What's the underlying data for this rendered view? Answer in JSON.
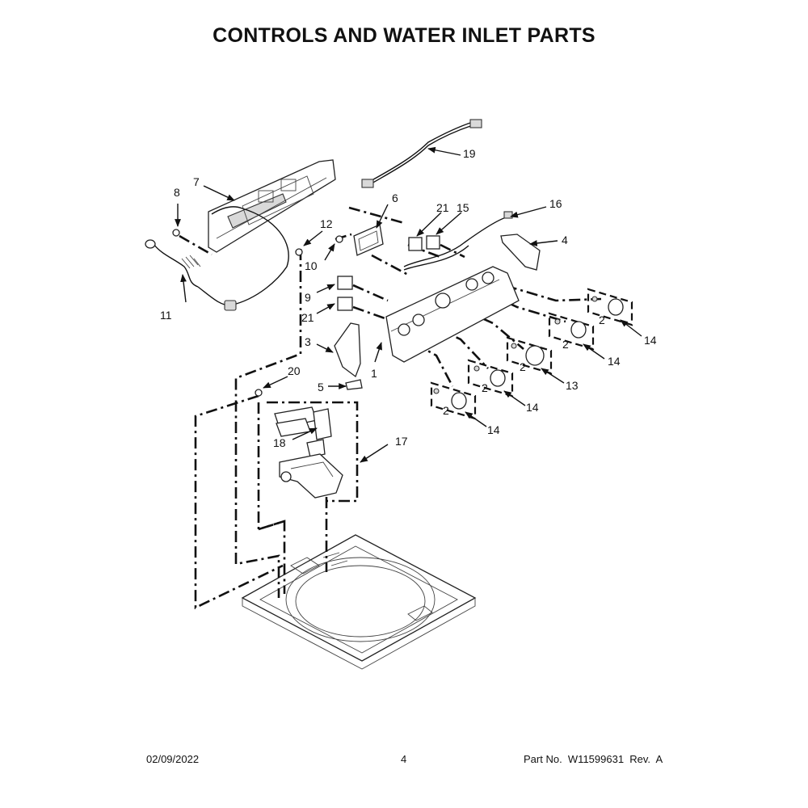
{
  "page": {
    "title": "CONTROLS AND WATER INLET PARTS",
    "date": "02/09/2022",
    "page_number": "4",
    "part_number": "Part No.  W11599631  Rev.  A"
  },
  "callouts": {
    "c1": "1",
    "c2a": "2",
    "c2b": "2",
    "c2c": "2",
    "c2d": "2",
    "c2e": "2",
    "c3": "3",
    "c4": "4",
    "c5": "5",
    "c6": "6",
    "c7": "7",
    "c8": "8",
    "c9": "9",
    "c10": "10",
    "c11": "11",
    "c12": "12",
    "c13": "13",
    "c14a": "14",
    "c14b": "14",
    "c14c": "14",
    "c14d": "14",
    "c15": "15",
    "c16": "16",
    "c17": "17",
    "c18": "18",
    "c19": "19",
    "c20": "20",
    "c21a": "21",
    "c21b": "21"
  }
}
